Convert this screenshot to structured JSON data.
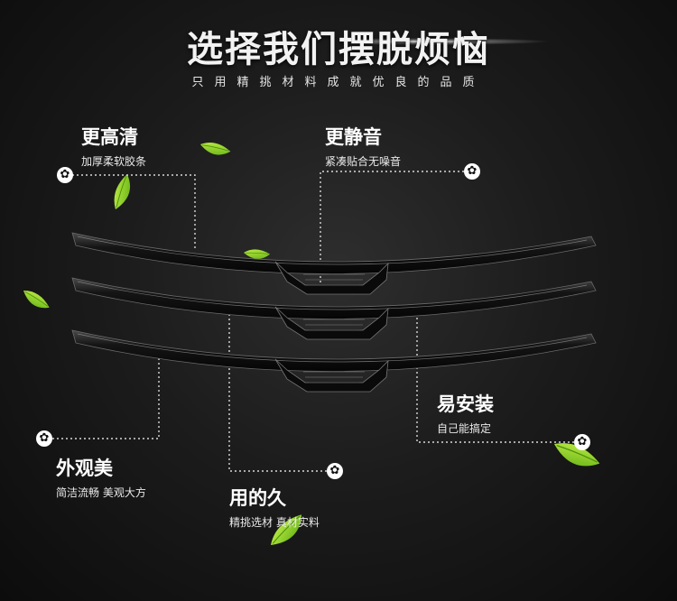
{
  "header": {
    "title": "选择我们摆脱烦恼",
    "subtitle": "只用精挑材料成就优良的品质"
  },
  "features": {
    "clarity": {
      "title": "更高清",
      "desc": "加厚柔软胶条"
    },
    "quiet": {
      "title": "更静音",
      "desc": "紧凑贴合无噪音"
    },
    "install": {
      "title": "易安装",
      "desc": "自己能搞定"
    },
    "looks": {
      "title": "外观美",
      "desc": "简洁流畅 美观大方"
    },
    "durable": {
      "title": "用的久",
      "desc": "精挑选材 真材实料"
    }
  },
  "icons": {
    "marker": "flower-icon",
    "leaf": "leaf-icon",
    "blade": "wiper-blade-icon"
  },
  "colors": {
    "leaf_green": "#8bd421",
    "blade_dark": "#0b0b0b",
    "text": "#ffffff",
    "background": "#1c1c1c"
  }
}
